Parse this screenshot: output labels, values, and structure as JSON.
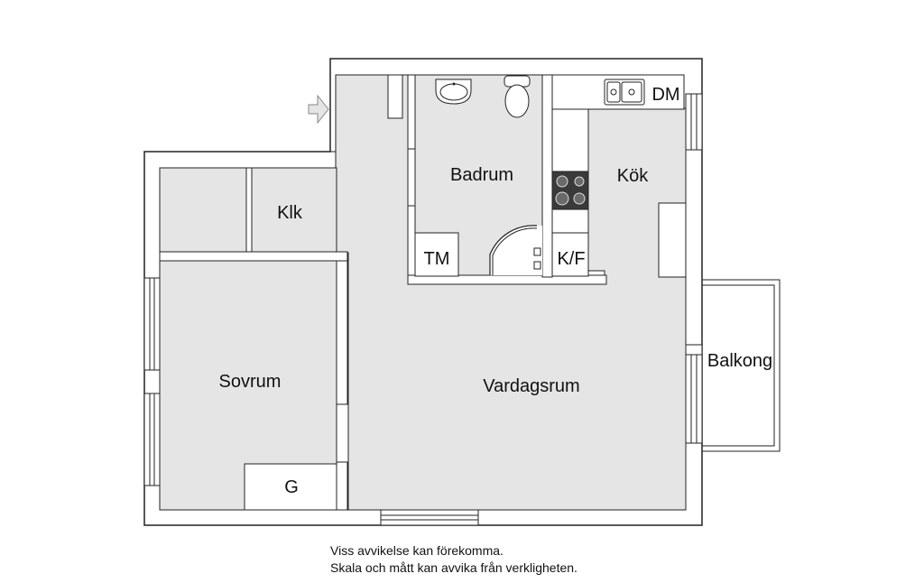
{
  "rooms": {
    "badrum": "Badrum",
    "kok": "Kök",
    "klk": "Klk",
    "sovrum": "Sovrum",
    "vardagsrum": "Vardagsrum",
    "balkong": "Balkong"
  },
  "fixtures": {
    "tm": "TM",
    "kf": "K/F",
    "dm": "DM",
    "g": "G"
  },
  "notes": {
    "line1": "Viss avvikelse kan förekomma.",
    "line2": "Skala och mått kan avvika från verkligheten."
  },
  "colors": {
    "floor": "#e5e5e5",
    "wall": "#ffffff",
    "line": "#222222"
  },
  "icons": [
    "entrance-arrow-icon",
    "sink-icon",
    "toilet-icon",
    "kitchen-sink-icon",
    "stove-icon",
    "shower-icon",
    "window-icon"
  ]
}
